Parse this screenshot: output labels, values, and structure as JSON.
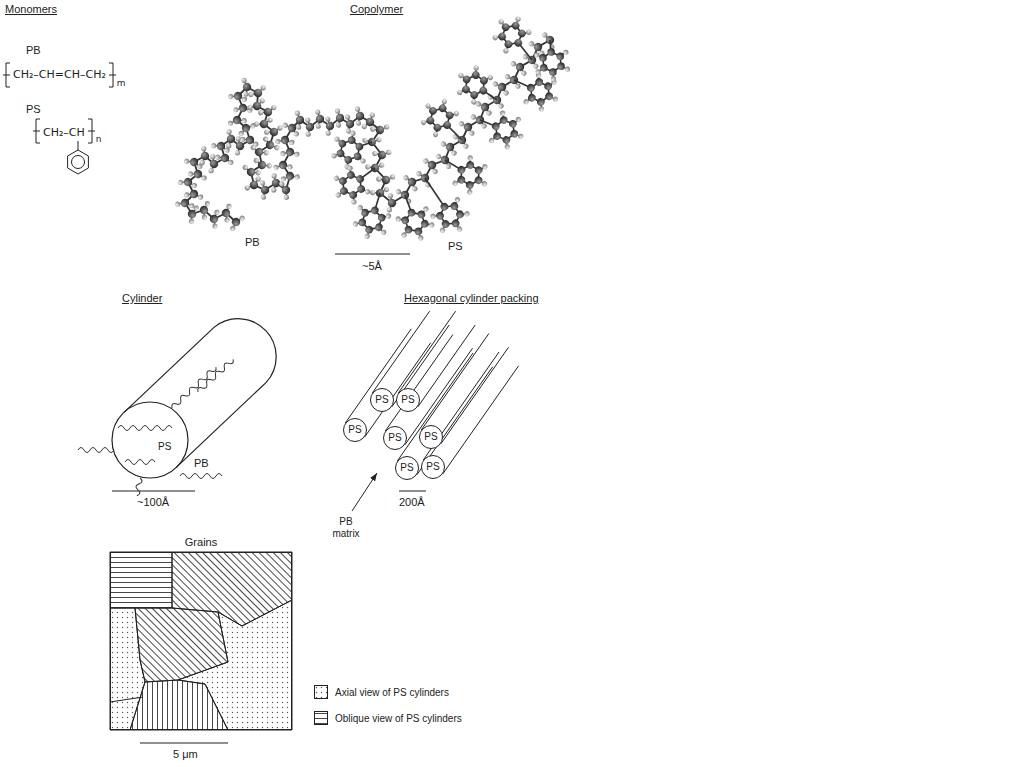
{
  "diagram": {
    "nodes": [
      {
        "text": [
          "PS"
        ]
      },
      {
        "text": [
          "PS"
        ]
      },
      {
        "text": [
          "PS"
        ]
      },
      {
        "text": [
          "PS"
        ]
      },
      {
        "text": [
          "PS"
        ]
      },
      {
        "text": [
          "PS"
        ]
      },
      {
        "text": [
          "PS"
        ]
      },
      {
        "text": [
          "PS"
        ]
      },
      {
        "text": [
          "Grains"
        ]
      }
    ],
    "labels": [
      "Monomers",
      "Copolymer",
      "PB",
      "CH₂–CH=CH–CH₂",
      "m",
      "PS",
      "CH₂–CH",
      "n",
      "PB",
      "PS",
      "~5Å",
      "Cylinder",
      "PB",
      "~100Å",
      "Hexagonal cylinder packing",
      "PB matrix",
      "200Å",
      "5 μm"
    ],
    "legend": [
      {
        "text": "Axial view of PS cylinders"
      },
      {
        "text": "Oblique view of PS cylinders"
      }
    ]
  }
}
